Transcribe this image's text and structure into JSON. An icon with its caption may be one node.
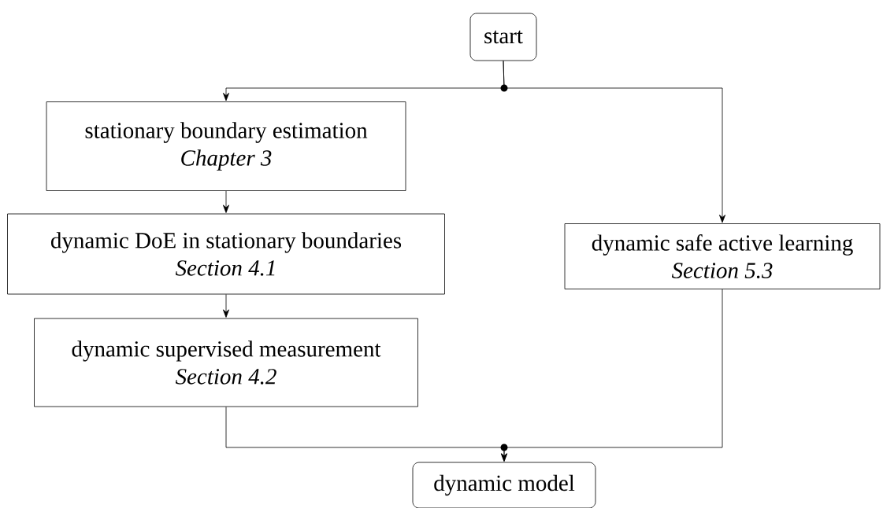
{
  "diagram": {
    "nodes": [
      {
        "text": [
          "start"
        ]
      },
      {
        "text": [
          "stationary boundary estimation",
          "Chapter 3"
        ]
      },
      {
        "text": [
          "dynamic DoE in stationary boundaries",
          "Section 4.1"
        ]
      },
      {
        "text": [
          "dynamic supervised measurement",
          "Section 4.2"
        ]
      },
      {
        "text": [
          "dynamic safe active learning",
          "Section 5.3"
        ]
      },
      {
        "text": [
          "dynamic model"
        ]
      }
    ],
    "edges": [
      {
        "from": 0,
        "to": 1,
        "arrow": "to"
      },
      {
        "from": 0,
        "to": 4,
        "arrow": "to"
      },
      {
        "from": 1,
        "to": 2,
        "arrow": "to"
      },
      {
        "from": 2,
        "to": 3,
        "arrow": "to"
      },
      {
        "from": 3,
        "to": 5,
        "arrow": "to"
      },
      {
        "from": 4,
        "to": 5,
        "arrow": "to"
      }
    ]
  }
}
